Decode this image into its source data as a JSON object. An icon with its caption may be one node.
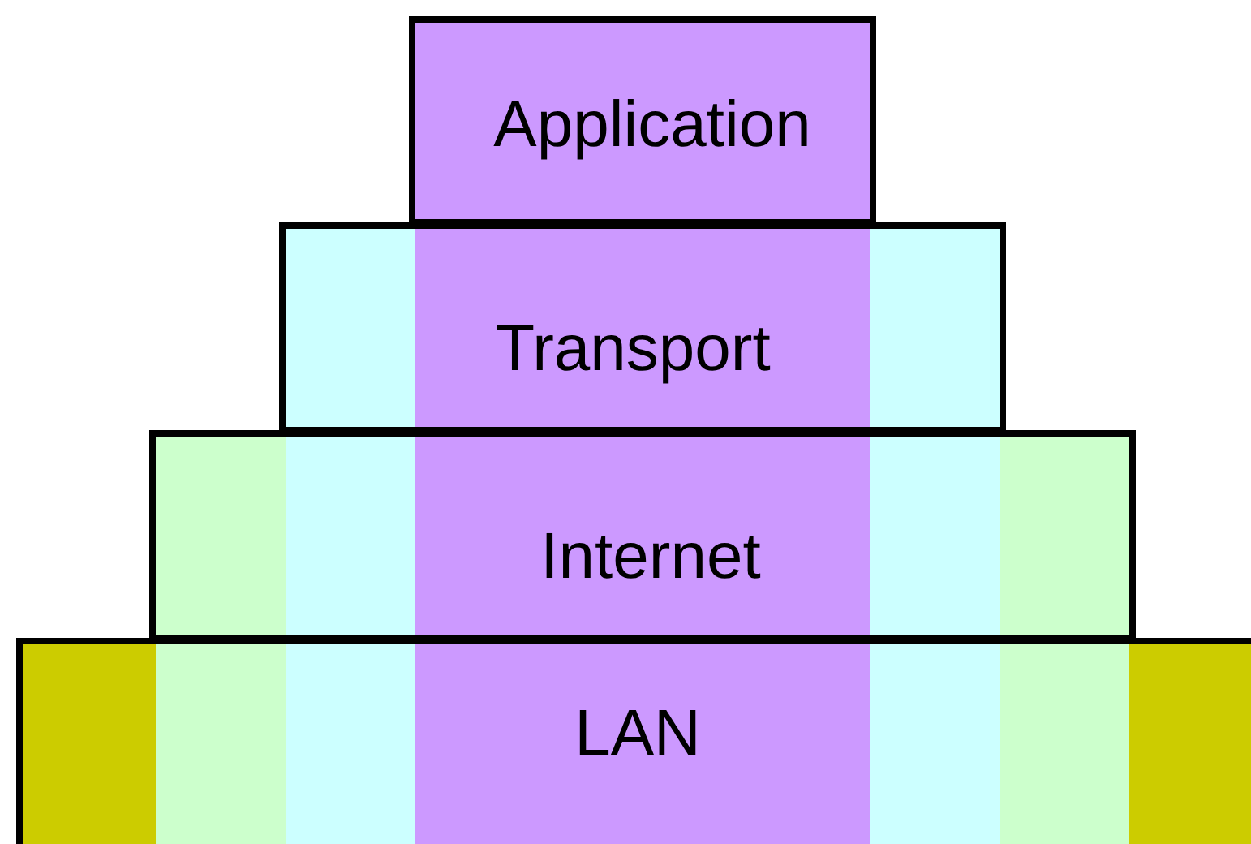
{
  "diagram": {
    "nodes": [
      {
        "text": [
          "Application"
        ]
      },
      {
        "text": [
          "Transport"
        ]
      },
      {
        "text": [
          "Internet"
        ]
      },
      {
        "text": [
          "LAN"
        ]
      }
    ]
  }
}
